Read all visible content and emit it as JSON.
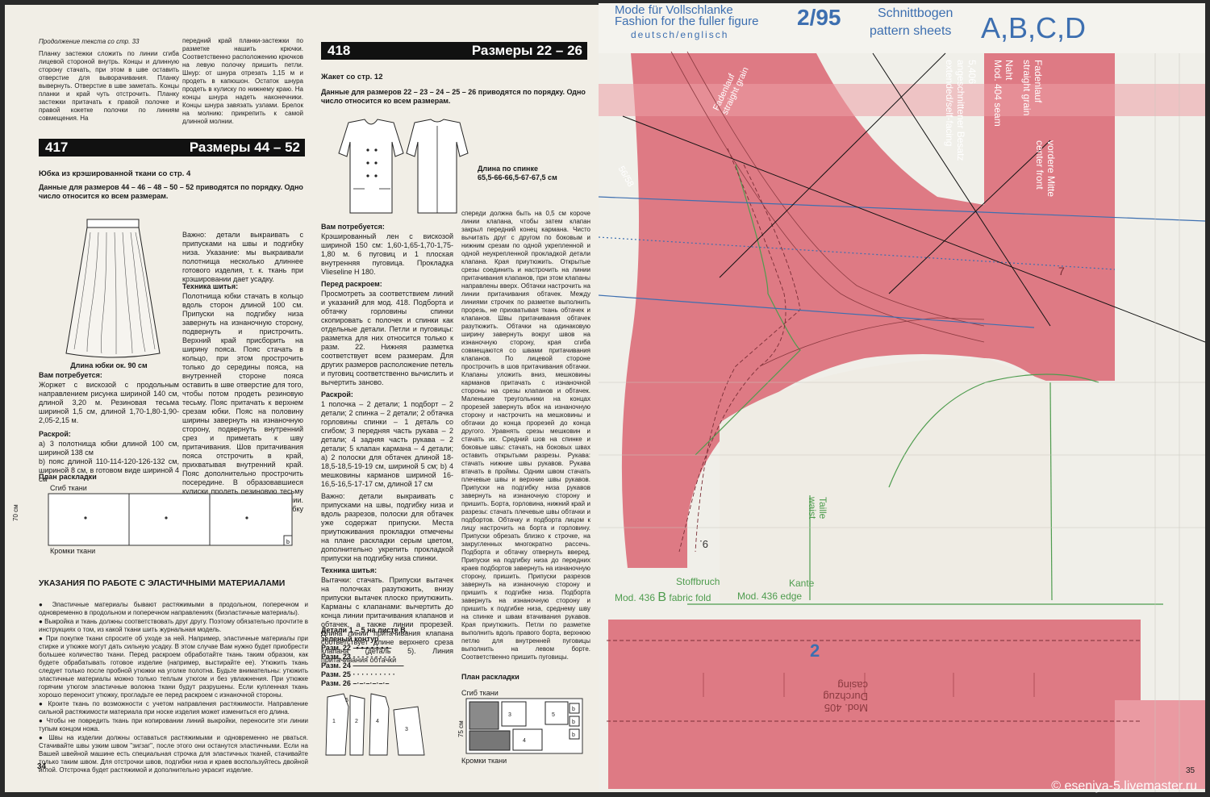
{
  "left_page": {
    "continuation": "Продолжение текста со стр. 33",
    "col1_top": "Планку застежки сложить по линии сгиба лицевой стороной внутрь. Концы и длинную сторону стачать, при этом в шве оставить отверстие для выворачивания. Планку вывернуть. Отверстие в шве заметать. Концы планки и край чуть отстрочить. Планку застежки притачать к правой полочке и правой кокетке полочки по линиям совмещения. На",
    "col2_top": "передний край планки-застежки по разметке нашить крючки. Соответственно расположению крючков на левую полочку пришить петли. Шнур: от шнура отрезать 1,15 м и продеть в капюшон. Остаток шнура продеть в кулиску по нижнему краю. На концы шнура надеть наконечники. Концы шнура завязать узлами. Брелок на молнию: прикрепить к самой длинной молнии.",
    "model_417": {
      "number": "417",
      "sizes": "Размеры 44 – 52",
      "title": "Юбка из крэшированной ткани со стр. 4",
      "sizes_note": "Данные для размеров 44 – 46 – 48 – 50 – 52 приводятся по порядку. Одно число относится ко всем размерам.",
      "skirt_length": "Длина юбки ок. 90 см",
      "need_title": "Вам потребуется:",
      "need_text": "Жоржет с вискозой с продольным направлением рисунка шириной 140 см, длиной 3,20 м. Резиновая тесьма шириной 1,5 см, длиной 1,70-1,80-1,90-2,05-2,15 м.",
      "cut_title": "Раскрой:",
      "cut_a": "а) 3 полотнища юбки длиной 100 см, шириной 138 см",
      "cut_b": "b) пояс длиной 110-114-120-126-132 см, шириной 8 см, в готовом виде шириной 4 см",
      "plan_title": "План раскладки",
      "fold": "Сгиб ткани",
      "selvage": "Кромки ткани",
      "dim70": "70 см",
      "right_text": "Важно: детали выкраивать с припусками на швы и подгибку низа. Указание: мы выкраивали полотнища несколько длиннее готового изделия, т. к. ткань при крэшировании дает усадку.",
      "tech_title": "Техника шитья:",
      "tech_text": "Полотнища юбки стачать в кольцо вдоль сторон длиной 100 см. Припуски на подгибку низа завернуть на изнаночную сторону, подвернуть и пристрочить. Верхний край присборить на ширину пояса. Пояс стачать в кольцо, при этом прострочить только до середины пояса, на внутренней стороне пояса оставить в шве отверстие для того, чтобы потом продеть резиновую тесьму. Пояс притачать к верхнем срезам юбки. Пояс на половину ширины завернуть на изнаночную сторону, подвернуть внутренний срез и приметать к шву притачивания. Шов притачивания пояса отстрочить в край, прихватывая внутренний край. Пояс дополнительно прострочить посередине. В образовавшиеся кулиски продеть резиновую тесьму длиной, равной обхвату талии. Крэширование: готовую юбку отдать крэшировать, см."
    },
    "elastic": {
      "title": "УКАЗАНИЯ ПО РАБОТЕ С ЭЛАСТИЧНЫМИ МАТЕРИАЛАМИ",
      "b1": "Эластичные материалы бывают растяжимыми в продольном, поперечном и одновременно в продольном и поперечном направлениях (биэластичные материалы).",
      "b2": "Выкройка и ткань должны соответствовать друг другу. Поэтому обязательно прочтите в инструкциях о том, из какой ткани шить журнальная модель.",
      "b3": "При покупке ткани спросите об уходе за ней. Например, эластичные материалы при стирке и утюжке могут дать сильную усадку. В этом случае Вам нужно будет приобрести большее количество ткани. Перед раскроем обработайте ткань таким образом, как будете обрабатывать готовое изделие (например, выстирайте ее). Утюжить ткань следует только после пробной утюжки на уголке полотна. Будьте внимательны: утюжить эластичные материалы можно только теплым утюгом и без увлажнения. При утюжке горячим утюгом эластичные волокна ткани будут разрушены. Если купленная ткань хорошо переносит утюжку, прогладьте ее перед раскроем с изнаночной стороны.",
      "b4": "Кроите ткань по возможности с учетом направления растяжимости. Направление сильной растяжимости материала при носке изделия может измениться его длина.",
      "b5": "Чтобы не повредить ткань при копировании линий выкройки, переносите эти линии тупым концом ножа.",
      "b6": "Швы на изделии должны оставаться растяжимыми и одновременно не рваться. Стачивайте швы узким швом \"зигзаг\", после этого они останутся эластичными. Если на Вашей швейной машине есть специальная строчка для эластичных тканей, стачивайте только таким швом. Для отстрочки швов, подгибки низа и краев воспользуйтесь двойной иглой. Отстрочка будет растяжимой и дополнительно украсит изделие."
    },
    "model_418": {
      "number": "418",
      "sizes": "Размеры 22 – 26",
      "title": "Жакет со стр. 12",
      "sizes_note": "Данные для размеров 22 – 23 – 24 – 25 – 26 приводятся по порядку. Одно число относится ко всем размерам.",
      "back_length_title": "Длина по спинке",
      "back_length": "65,5-66-66,5-67-67,5 см",
      "need_title": "Вам потребуется:",
      "need_text": "Крэшированный лен с вискозой шириной 150 см: 1,60-1,65-1,70-1,75-1,80 м. 6 пуговиц и 1 плоская внутренняя пуговица. Прокладка Vlieseline H 180.",
      "before_title": "Перед раскроем:",
      "before_text": "Просмотреть за соответствием линий и указаний для мод. 418. Подборта и обтачку горловины спинки скопировать с полочек и спинки как отдельные детали. Петли и пуговицы: разметка для них относится только к разм. 22. Нижняя разметка соответствует всем размерам. Для других размеров расположение петель и пуговиц соответственно вычислить и вычертить заново.",
      "cut_title": "Раскрой:",
      "cut_list": "1 полочка – 2 детали; 1 подборт – 2 детали; 2 спинка – 2 детали; 2 обтачка горловины спинки – 1 деталь со сгибом; 3 передняя часть рукава – 2 детали; 4 задняя часть рукава – 2 детали; 5 клапан кармана – 4 детали; а) 2 полоски для обтачек длиной 18-18,5-18,5-19-19 см, шириной 5 см; b) 4 мешковины карманов шириной 16-16,5-16,5-17-17 см, длиной 17 см",
      "important": "Важно: детали выкраивать с припусками на швы, подгибку низа и вдоль разрезов, полоски для обтачек уже содержат припуски. Места приутюживания прокладки отмечены на плане раскладки серым цветом, дополнительно укрепить прокладкой припуски на подгибку низа спинки.",
      "tech_title": "Техника шитья:",
      "tech_text": "Вытачки: стачать. Припуски вытачек на полочках разутюжить, внизу припуски вытачек плоско приутюжить. Карманы с клапанами: вычертить до конца линии притачивания клапанов и обтачек, а также линии прорезей. Длина линии притачивания клапана соответствует длине верхнего среза клапана (деталь 5). Линия притачивания обтачки",
      "details_title": "Детали 1 – 5 на листе В, зеленый контур",
      "sizes_list": [
        "Разм. 22",
        "Разм. 23",
        "Разм. 24",
        "Разм. 25",
        "Разм. 26"
      ],
      "plan_title": "План раскладки",
      "fold": "Сгиб ткани",
      "selvage": "Кромки ткани",
      "dim75": "75 см",
      "col4_text": "спереди должна быть на 0,5 см короче линии клапана, чтобы затем клапан закрыл передний конец кармана. Чисто вычитать друг с другом по боковым и нижним срезам по одной укрепленной и одной неукрепленной прокладкой детали клапана. Края приутюжить. Открытые срезы соединить и настрочить на линии притачивания клапанов, при этом клапаны направлены вверх. Обтачки настрочить на линии притачивания обтачек. Между линиями строчек по разметке выполнить прорезь, не прихватывая ткань обтачек и клапанов. Швы притачивания обтачек разутюжить. Обтачки на одинаковую ширину завернуть вокруг швов на изнаночную сторону, края сгиба совмещаются со швами притачивания клапанов. По лицевой стороне прострочить в шов притачивания обтачки. Клапаны уложить вниз, мешковины карманов притачать с изнаночной стороны на срезы клапанов и обтачек. Маленькие треугольники на концах прорезей завернуть вбок на изнаночную сторону и настрочить на мешковины и обтачки до конца прорезей до конца другого. Уравнять срезы мешковин и стачать их. Средний шов на спинке и боковые швы: стачать, на боковых швах оставить открытыми разрезы. Рукава: стачать нижние швы рукавов. Рукава втачать в проймы. Одним швом стачать плечевые швы и верхние швы рукавов. Припуски на подгибку низа рукавов завернуть на изнаночную сторону и пришить. Борта, горловина, нижний край и разрезы: стачать плечевые швы обтачки и подбортов. Обтачку и подборта лицом к лицу настрочить на борта и горловину. Припуски обрезать близко к строчке, на закругленных многократно рассечь. Подборта и обтачку отвернуть вверед. Припуски на подгибку низа до передних краев подбортов завернуть на изнаночную сторону, пришить. Припуски разрезов завернуть на изнаночную сторону и пришить к подгибке низа. Подборта завернуть на изнаночную сторону и пришить к подгибке низа, среднему шву на спинке и швам втачивания рукавов. Края приутюжить. Петли по разметке выполнить вдоль правого борта, верхнюю петлю для внутренней пуговицы выполнить на левом борте. Соответственно пришить пуговицы."
    },
    "page_number": "34"
  },
  "right_page": {
    "mag_title1": "Mode für Vollschlanke",
    "mag_title2": "Fashion for the fuller figure",
    "lang": "deutsch/englisch",
    "issue": "2/95",
    "sheets_de": "Schnittbogen",
    "sheets_en": "pattern sheets",
    "sheet_letters": "A,B,C,D",
    "grain_de": "Fadenlauf",
    "grain_en": "straight grain",
    "vmark": "5,406",
    "facing_de": "angeschnittener Besatz",
    "facing_en": "extended/self-facing",
    "seam_de": "Naht",
    "seam_mod": "Mod. 404 seam",
    "cf_de": "vordere Mitte",
    "cf_en": "center front",
    "waist_de": "Taille",
    "waist_en": "waist",
    "fold_de": "Stoffbruch",
    "fold_en": "fabric fold",
    "mod436a": "Mod. 436",
    "mod436b": "Mod. 436",
    "letter_b": "B",
    "edge_de": "Kante",
    "edge_en": "edge",
    "num9": "9.",
    "num7": "7",
    "mark_size": "56/58",
    "piece2_num": "2",
    "piece2_de": "Durchzug",
    "piece2_en": "casing",
    "piece2_mod": "Mod. 405",
    "page_number": "35",
    "watermark": "© eseniya-5.livemaster.ru"
  },
  "colors": {
    "pattern_red": "#de7a84",
    "pattern_red_light": "#ec9fa6",
    "header_blue": "#3d6fb0",
    "contour_green": "#4e9c4e",
    "paper": "#f0efe9"
  }
}
